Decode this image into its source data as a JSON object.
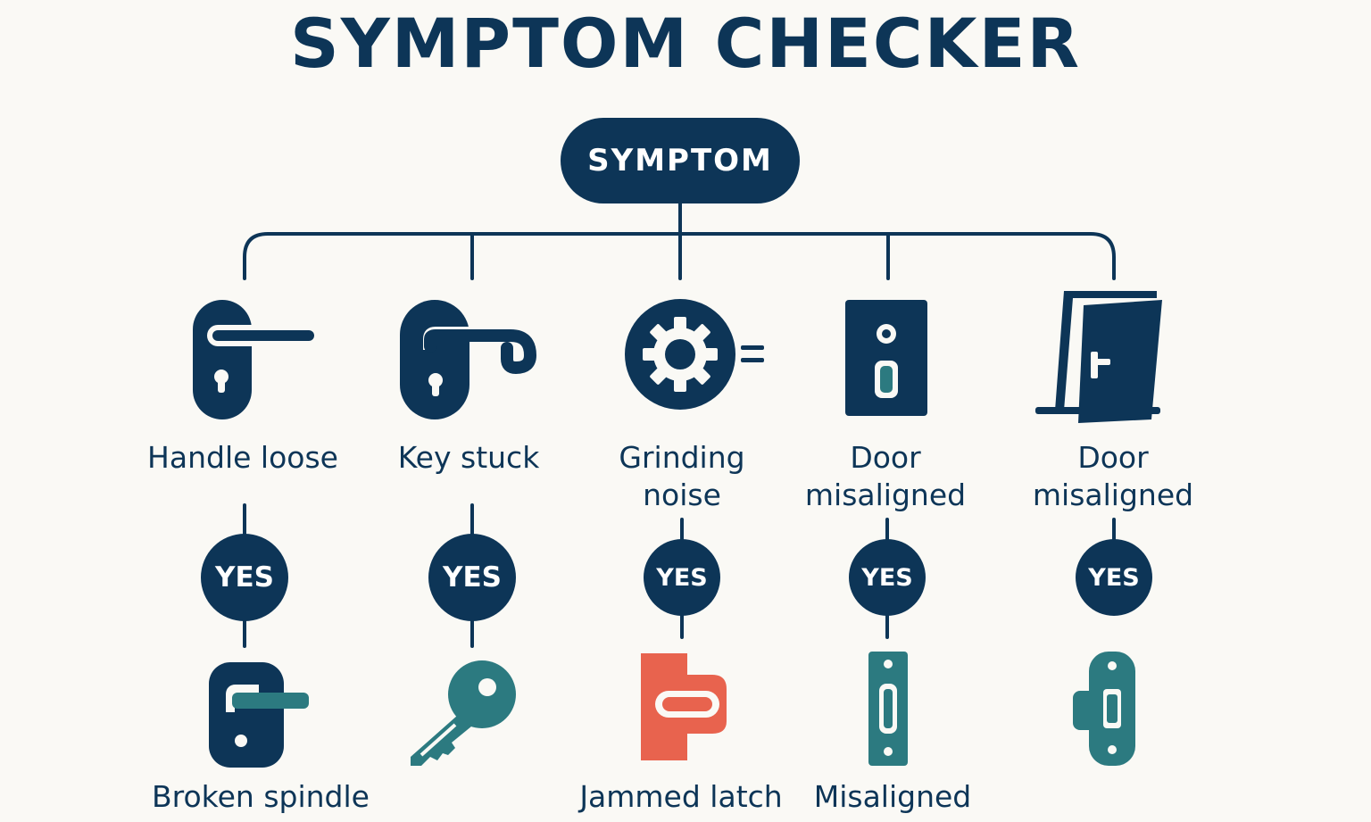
{
  "title": "SYMPTOM CHECKER",
  "root": {
    "label": "SYMPTOM"
  },
  "branches": [
    {
      "symptom": "Handle loose",
      "symptom_icon": "lever-handle-icon",
      "answer": "YES",
      "fix_icon": "handle-spindle-icon",
      "fix": "Broken spindle"
    },
    {
      "symptom": "Key stuck",
      "symptom_icon": "lever-handle-curved-icon",
      "answer": "YES",
      "fix_icon": "key-icon",
      "fix": ""
    },
    {
      "symptom_line1": "Grinding",
      "symptom_line2": "noise",
      "symptom_icon": "gear-icon",
      "answer": "YES",
      "fix_icon": "latch-icon",
      "fix": "Jammed latch"
    },
    {
      "symptom_line1": "Door",
      "symptom_line2": "misaligned",
      "symptom_icon": "door-plate-icon",
      "answer": "YES",
      "fix_icon": "strike-plate-icon",
      "fix": "Misaligned"
    },
    {
      "symptom_line1": "Door",
      "symptom_line2": "misaligned",
      "symptom_icon": "open-door-icon",
      "answer": "YES",
      "fix_icon": "hinge-icon",
      "fix": ""
    }
  ],
  "colors": {
    "navy": "#0d3557",
    "teal": "#2c7a80",
    "coral": "#e8634e",
    "background": "#faf9f5"
  }
}
